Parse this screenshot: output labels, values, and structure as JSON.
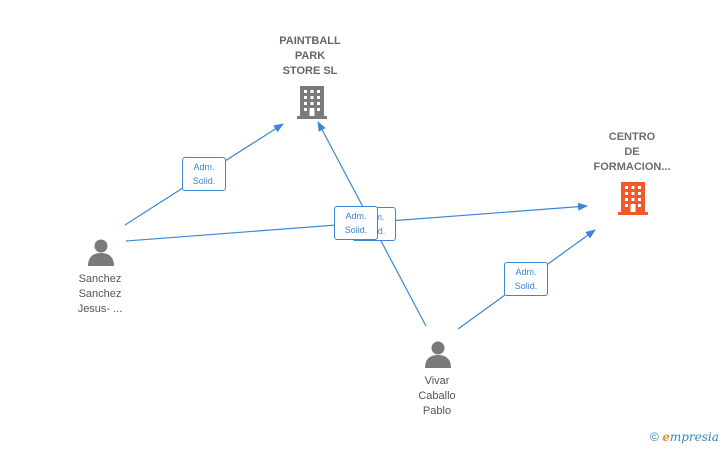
{
  "nodes": {
    "paintball": {
      "lines": [
        "PAINTBALL",
        "PARK",
        "STORE SL"
      ]
    },
    "centro": {
      "lines": [
        "CENTRO",
        "DE",
        "FORMACION..."
      ]
    },
    "sanchez": {
      "lines": [
        "Sanchez",
        "Sanchez",
        "Jesus- ..."
      ]
    },
    "vivar": {
      "lines": [
        "Vivar",
        "Caballo",
        "Pablo"
      ]
    }
  },
  "edge_labels": {
    "sanchez_paintball": [
      "Adm.",
      "Solid."
    ],
    "sanchez_centro": [
      "Adm.",
      "Solid."
    ],
    "vivar_paintball": [
      "Adm.",
      "Solid."
    ],
    "vivar_centro": [
      "Adm.",
      "Solid."
    ]
  },
  "colors": {
    "edge": "#3b86d6",
    "company_icon": "#7a7a7a",
    "company_icon_highlight": "#f0592a",
    "person_icon": "#7a7a7a"
  },
  "watermark": {
    "symbol": "©",
    "brand_initial": "e",
    "brand_rest": "mpresia"
  }
}
